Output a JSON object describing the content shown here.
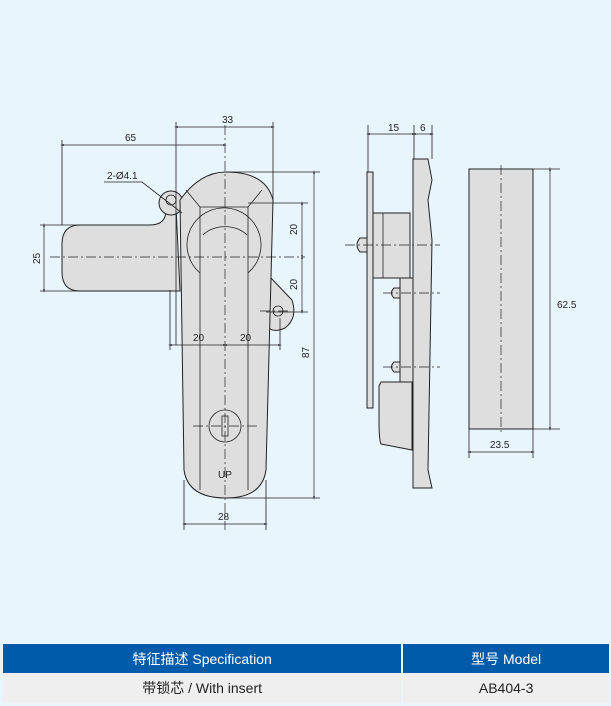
{
  "drawing": {
    "front_view": {
      "dim_65": "65",
      "dim_33": "33",
      "dim_87": "87",
      "dim_25": "25",
      "dim_20_upper": "20",
      "dim_20_lower": "20",
      "dim_20_left": "20",
      "dim_20_right": "20",
      "dim_28": "28",
      "hole_callout": "2-Ø4.1",
      "handle_mark": "UP"
    },
    "side_view": {
      "dim_15": "15",
      "dim_6": "6"
    },
    "cutout_view": {
      "dim_height": "62.5",
      "dim_width": "23.5"
    }
  },
  "table": {
    "headers": [
      "特征描述 Specification",
      "型号 Model"
    ],
    "rows": [
      [
        "带锁芯 / With insert",
        "AB404-3"
      ]
    ]
  }
}
